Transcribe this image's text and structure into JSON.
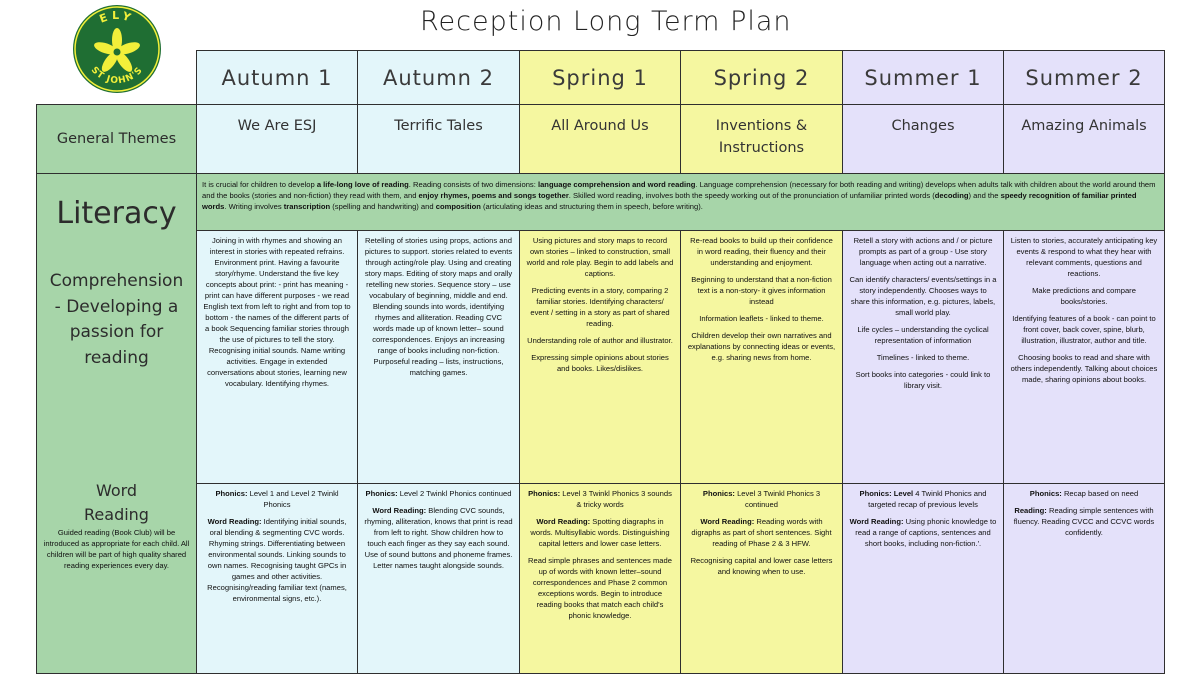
{
  "logo": {
    "top_text": "ELY",
    "bottom_text": "ST JOHN'S",
    "color": "#1f6e33",
    "flower_color": "#f2ef3a"
  },
  "title": "Reception Long Term Plan",
  "colors": {
    "autumn": "#e3f6fa",
    "spring": "#f5f7a0",
    "summer": "#e4e1fa",
    "side": "#a7d5a9"
  },
  "terms": [
    "Autumn 1",
    "Autumn 2",
    "Spring 1",
    "Spring 2",
    "Summer 1",
    "Summer 2"
  ],
  "general_themes": {
    "label": "General Themes",
    "values": [
      "We Are ESJ",
      "Terrific Tales",
      "All Around Us",
      "Inventions & Instructions",
      "Changes",
      "Amazing Animals"
    ]
  },
  "literacy": {
    "label": "Literacy",
    "intro": [
      {
        "t": "It is crucial for children to develop ",
        "b": false
      },
      {
        "t": "a life-long love of reading",
        "b": true
      },
      {
        "t": ". Reading consists of two dimensions: ",
        "b": false
      },
      {
        "t": "language comprehension and word reading",
        "b": true
      },
      {
        "t": ". Language comprehension (necessary for both reading and writing) develops when adults talk with children about the world around them and the books (stories and non-fiction) they read with them, and ",
        "b": false
      },
      {
        "t": "enjoy rhymes, poems and songs together",
        "b": true
      },
      {
        "t": ". Skilled word reading, involves both the speedy working out of the pronunciation of unfamiliar printed words (",
        "b": false
      },
      {
        "t": "decoding",
        "b": true
      },
      {
        "t": ") and the ",
        "b": false
      },
      {
        "t": "speedy recognition of familiar printed words",
        "b": true
      },
      {
        "t": ". Writing involves ",
        "b": false
      },
      {
        "t": "transcription",
        "b": true
      },
      {
        "t": " (spelling and handwriting) and ",
        "b": false
      },
      {
        "t": "composition",
        "b": true
      },
      {
        "t": " (articulating ideas and structuring them in speech, before writing).",
        "b": false
      }
    ]
  },
  "comprehension": {
    "label_lines": [
      "Comprehension",
      "- Developing a",
      "passion for reading"
    ],
    "cells": [
      [
        "Joining in with rhymes and showing an interest in stories with repeated refrains.  Environment print. Having a favourite story/rhyme. Understand the five key concepts about print: - print has meaning - print can have different purposes - we read English text from left to right and from top to bottom - the names of the different parts of a book Sequencing familiar stories through the use of pictures to tell the story. Recognising initial sounds. Name writing activities. Engage in extended conversations about stories, learning new vocabulary. Identifying rhymes."
      ],
      [
        "Retelling of stories using props, actions and pictures to support. stories related to events through acting/role play. Using and creating story maps. Editing of story maps and orally retelling new stories. Sequence story – use vocabulary of beginning, middle and end. Blending sounds into words, identifying rhymes and alliteration. Reading CVC words made up of known letter– sound correspondences. Enjoys an increasing range of books including non-fiction. Purposeful reading – lists, instructions, matching games."
      ],
      [
        "Using pictures and story maps to record own stories – linked to construction, small world and role play. Begin to add labels and captions.",
        "Predicting  events in a story, comparing  2 familiar stories. Identifying characters/ event / setting in a story as part of shared reading.",
        "Understanding role of author and illustrator.",
        "Expressing simple opinions about stories and books. Likes/dislikes."
      ],
      [
        "Re-read books to build up their confidence in word reading, their fluency and their understanding and enjoyment.",
        "Beginning to understand that a non-fiction text is a non-story- it gives information instead",
        "Information leaflets -  linked to theme.",
        "Children develop their own narratives and explanations by connecting ideas or events, e.g. sharing news from home."
      ],
      [
        "Retell a story with actions and / or picture prompts as part of a group - Use story language when acting out a narrative.",
        "Can identify characters/ events/settings in a story independently. Chooses ways to share this information, e.g. pictures, labels, small world play.",
        "Life cycles – understanding the cyclical representation of information",
        "Timelines -  linked to theme.",
        "Sort books into categories - could link to library visit."
      ],
      [
        "Listen to stories, accurately anticipating key events & respond to what they hear with relevant comments, questions and reactions.",
        "Make predictions and compare books/stories.",
        "Identifying features of a book - can point to front cover, back cover, spine, blurb, illustration, illustrator, author and title.",
        "Choosing books to read and share with others independently. Talking about choices made, sharing opinions about books."
      ]
    ]
  },
  "word_reading": {
    "label_lines": [
      "Word",
      "Reading"
    ],
    "note": "Guided reading (Book Club) will be introduced as appropriate for each child. All children will be part of high quality shared reading experiences every day.",
    "cells": [
      [
        [
          {
            "t": "Phonics:",
            "b": true
          },
          {
            "t": " Level 1 and Level 2 Twinkl Phonics",
            "b": false
          }
        ],
        [
          {
            "t": "Word Reading:",
            "b": true
          },
          {
            "t": " Identifying initial sounds, oral blending & segmenting CVC words. Rhyming strings. Differentiating between environmental sounds. Linking sounds to own names. Recognising taught GPCs in games and other activities. Recognising/reading familiar text (names, environmental signs, etc.).",
            "b": false
          }
        ]
      ],
      [
        [
          {
            "t": "Phonics:",
            "b": true
          },
          {
            "t": " Level 2 Twinkl Phonics continued",
            "b": false
          }
        ],
        [
          {
            "t": "Word Reading:",
            "b": true
          },
          {
            "t": " Blending CVC sounds, rhyming, alliteration, knows that print is read from left to right. Show children how to touch each finger as they say each sound. Use of sound buttons and phoneme frames. Letter names taught alongside sounds.",
            "b": false
          }
        ]
      ],
      [
        [
          {
            "t": "Phonics:",
            "b": true
          },
          {
            "t": " Level 3 Twinkl Phonics 3 sounds & tricky words",
            "b": false
          }
        ],
        [
          {
            "t": "Word Reading:",
            "b": true
          },
          {
            "t": " Spotting diagraphs in words. Multisyllabic words. Distinguishing capital letters and lower case letters.",
            "b": false
          }
        ],
        [
          {
            "t": "Read simple phrases and sentences made up of words with known letter–sound correspondences and Phase 2 common exceptions words. Begin to introduce reading books that match each child's phonic knowledge.",
            "b": false
          }
        ]
      ],
      [
        [
          {
            "t": "Phonics:",
            "b": true
          },
          {
            "t": " Level 3 Twinkl Phonics 3 continued",
            "b": false
          }
        ],
        [
          {
            "t": "Word Reading:",
            "b": true
          },
          {
            "t": " Reading words with digraphs as part of short sentences. Sight reading of Phase 2 & 3 HFW.",
            "b": false
          }
        ],
        [
          {
            "t": "Recognising capital and lower case letters and knowing when to use.",
            "b": false
          }
        ]
      ],
      [
        [
          {
            "t": "Phonics:",
            "b": true
          },
          {
            "t": " ",
            "b": false
          },
          {
            "t": "Level",
            "b": true
          },
          {
            "t": " 4 Twinkl Phonics and targeted recap of previous levels",
            "b": false
          }
        ],
        [
          {
            "t": "Word Reading:",
            "b": true
          },
          {
            "t": " Using phonic knowledge to read a range of captions, sentences and short books, including non-fiction.'.",
            "b": false
          }
        ]
      ],
      [
        [
          {
            "t": "Phonics:",
            "b": true
          },
          {
            "t": " Recap based on need",
            "b": false
          }
        ],
        [
          {
            "t": "Reading:",
            "b": true
          },
          {
            "t": " Reading simple sentences with fluency. Reading CVCC and CCVC words confidently.",
            "b": false
          }
        ]
      ]
    ]
  }
}
